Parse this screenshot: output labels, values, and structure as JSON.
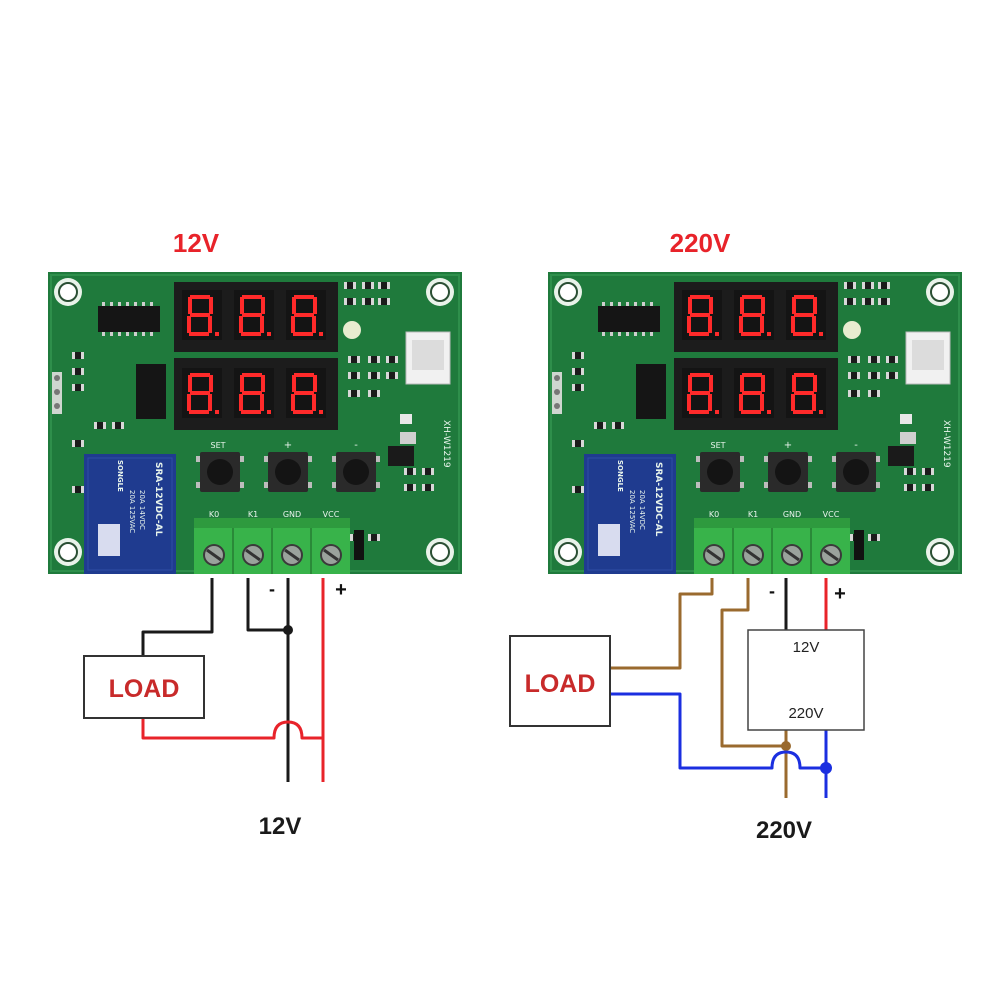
{
  "colors": {
    "pcb": "#1f7a3c",
    "segment": "#ff2a2a",
    "terminal": "#38b34a",
    "relay": "#1f3b8f",
    "wire_black": "#1a1a1a",
    "wire_red": "#e8232a",
    "wire_brown": "#9a6a2e",
    "wire_blue": "#1b2fe0",
    "title": "#e8232a",
    "load_text": "#c82a2a"
  },
  "board_text": {
    "set": "SET",
    "plus": "+",
    "minus": "-",
    "k0": "K0",
    "k1": "K1",
    "gnd": "GND",
    "vcc": "VCC",
    "model": "XH-W1219",
    "relay_text": "SRA-12VDC-AL",
    "relay_brand": "SONGLE",
    "relay_rating_1": "20A 14VDC",
    "relay_rating_2": "20A 125VAC"
  },
  "left": {
    "title": "12V",
    "load_label": "LOAD",
    "minus_label": "-",
    "plus_label": "+",
    "supply_label": "12V"
  },
  "right": {
    "title": "220V",
    "load_label": "LOAD",
    "minus_label": "-",
    "plus_label": "+",
    "psu_top_label": "12V",
    "psu_bottom_label": "220V",
    "supply_label": "220V"
  }
}
